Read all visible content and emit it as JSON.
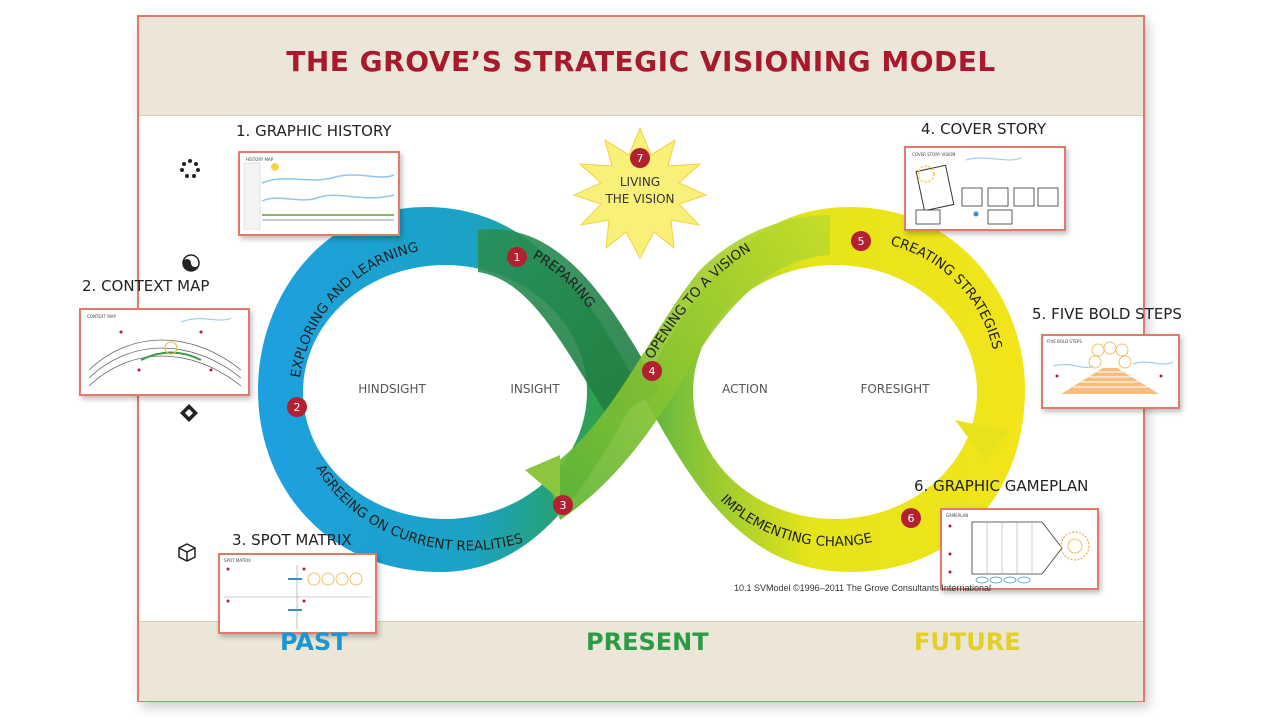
{
  "title": "THE GROVE’S STRATEGIC VISIONING MODEL",
  "steps": {
    "graphic_history": "1. GRAPHIC HISTORY",
    "context_map": "2. CONTEXT MAP",
    "spot_matrix": "3. SPOT MATRIX",
    "cover_story": "4. COVER STORY",
    "five_bold_steps": "5. FIVE BOLD STEPS",
    "graphic_gameplan": "6. GRAPHIC GAMEPLAN"
  },
  "loop": {
    "hindsight": "HINDSIGHT",
    "insight": "INSIGHT",
    "action": "ACTION",
    "foresight": "FORESIGHT",
    "exploring": "EXPLORING AND LEARNING",
    "preparing": "PREPARING",
    "agreeing": "AGREEING ON CURRENT REALITIES",
    "opening": "OPENING TO A VISION",
    "creating": "CREATING STRATEGIES",
    "implementing": "IMPLEMENTING CHANGE",
    "badges": [
      "1",
      "2",
      "3",
      "4",
      "5",
      "6",
      "7"
    ]
  },
  "living_vision": {
    "line1": "LIVING",
    "line2": "THE VISION"
  },
  "time": {
    "past": "PAST",
    "present": "PRESENT",
    "future": "FUTURE"
  },
  "copyright": "10.1 SVModel ©1996–2011 The Grove Consultants International",
  "thumbs": {
    "history": "HISTORY MAP",
    "context": "CONTEXT MAP",
    "spot": "SPOT MATRIX",
    "cover": "COVER STORY VISION",
    "bold": "FIVE BOLD STEPS",
    "gameplan": "GAMEPLAN"
  },
  "colors": {
    "title": "#a8192e",
    "past": "#1b96d3",
    "present": "#2f9a46",
    "future": "#e3cf2a",
    "badge": "#b3202f",
    "frame": "#e07b6c"
  },
  "icons": [
    "dots-circle-icon",
    "yin-yang-icon",
    "diamond-icon",
    "cube-icon"
  ]
}
